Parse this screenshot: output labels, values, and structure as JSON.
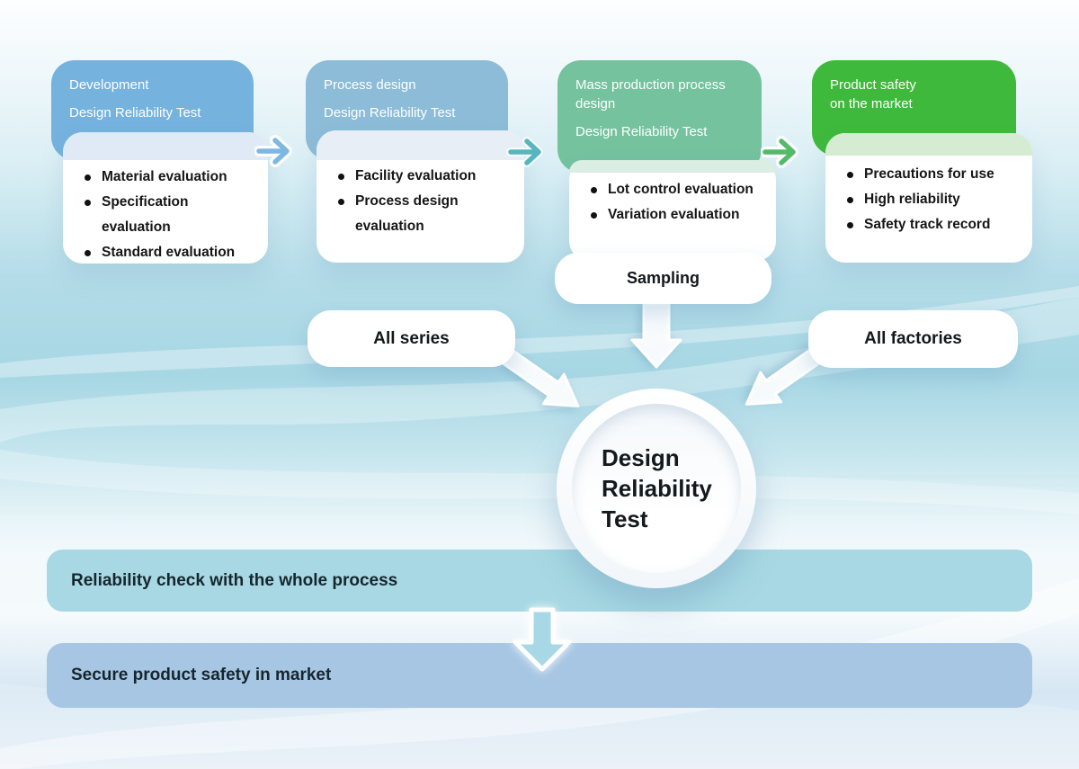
{
  "cards": {
    "card1": {
      "title1": "Development",
      "title2": "Design Reliability Test",
      "bullets": [
        "Material evaluation",
        "Specification evaluation",
        "Standard evaluation"
      ]
    },
    "card2": {
      "title1": "Process design",
      "title2": "Design Reliability Test",
      "bullets": [
        "Facility evaluation",
        "Process design evaluation"
      ]
    },
    "card3": {
      "title1": "Mass production process\ndesign",
      "title2": "Design Reliability Test",
      "bullets": [
        "Lot control evaluation",
        "Variation evaluation"
      ]
    },
    "card4": {
      "title1": "Product safety\non the market",
      "bullets": [
        "Precautions for use",
        "High reliability",
        "Safety track record"
      ]
    }
  },
  "pills": {
    "sampling": "Sampling",
    "all_series": "All series",
    "all_factories": "All factories"
  },
  "center_circle": {
    "line1": "Design",
    "line2": "Reliability",
    "line3": "Test"
  },
  "bars": {
    "bar1_label": "Reliability check with the whole process",
    "bar2_label": "Secure product safety in market"
  },
  "colors": {
    "card1_header": "#75b2de",
    "card2_header": "#8cbcd7",
    "card3_header": "#74c29e",
    "card4_header": "#3eb93b",
    "card1_lip": "#dfeaf6",
    "card2_lip": "#e7eef5",
    "card3_lip": "#daeee3",
    "card4_lip": "#d5ecd2",
    "arrow1": "#7db8e2",
    "arrow2": "#57b6bd",
    "arrow3": "#52ba69",
    "bar1_bg": "#a7d8e3",
    "bar2_bg": "#a6c6e4",
    "bars_arrow": "#a8d8e6"
  }
}
